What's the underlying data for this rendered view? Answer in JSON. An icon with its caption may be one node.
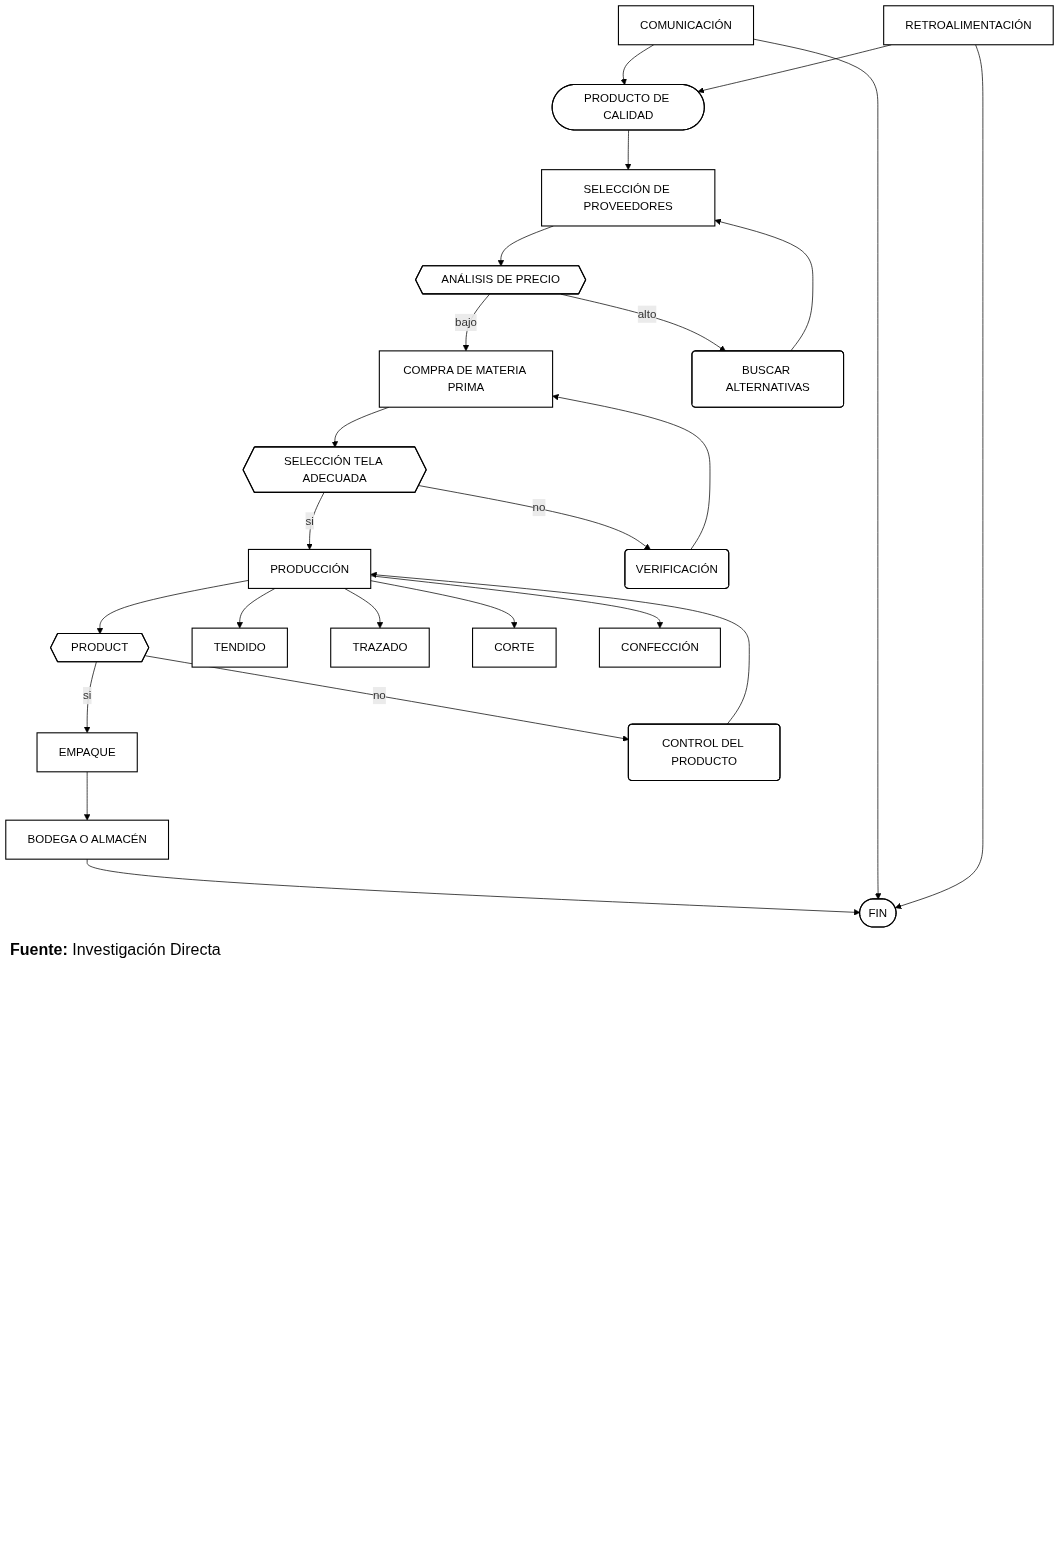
{
  "diagram": {
    "caption": "**Fuente:** Investigación Directa",
    "nodes": [
      {
        "text": [
          "PRODUCTO DE CALIDAD"
        ]
      },
      {
        "text": [
          "COMUNICACIÓN"
        ]
      },
      {
        "text": [
          "SELECCIÓN DE PROVEEDORES"
        ]
      },
      {
        "text": [
          "RETROALIMENTACIÓN"
        ]
      },
      {
        "text": [
          "ANÁLISIS DE PRECIO"
        ]
      },
      {
        "text": [
          "BUSCAR ALTERNATIVAS"
        ]
      },
      {
        "text": [
          "COMPRA DE MATERIA PRIMA"
        ]
      },
      {
        "text": [
          "SELECCIÓN TELA ADECUADA"
        ]
      },
      {
        "text": [
          "VERIFICACIÓN"
        ]
      },
      {
        "text": [
          "TENDIDO"
        ]
      },
      {
        "text": [
          "TRAZADO"
        ]
      },
      {
        "text": [
          "PRODUCCIÓN"
        ]
      },
      {
        "text": [
          "CORTE"
        ]
      },
      {
        "text": [
          "PRODUCT"
        ]
      },
      {
        "text": [
          "CONTROL DEL PRODUCTO"
        ]
      },
      {
        "text": [
          "CONFECCIÓN"
        ]
      },
      {
        "text": [
          "EMPAQUE"
        ]
      },
      {
        "text": [
          "BODEGA O ALMACÉN"
        ]
      },
      {
        "text": [
          "FIN"
        ]
      }
    ],
    "edges": [
      {
        "from": 1,
        "to": 0,
        "arrow": "to"
      },
      {
        "from": 3,
        "to": 0,
        "arrow": "to"
      },
      {
        "from": 0,
        "to": 2,
        "arrow": "to"
      },
      {
        "from": 2,
        "to": 4,
        "arrow": "to"
      },
      {
        "from": 4,
        "to": 5,
        "arrow": "to",
        "label": "alto"
      },
      {
        "from": 5,
        "to": 2,
        "arrow": "to"
      },
      {
        "from": 4,
        "to": 6,
        "arrow": "to",
        "label": "bajo"
      },
      {
        "from": 6,
        "to": 7,
        "arrow": "to"
      },
      {
        "from": 7,
        "to": 8,
        "arrow": "to",
        "label": "no"
      },
      {
        "from": 8,
        "to": 6,
        "arrow": "to"
      },
      {
        "from": 7,
        "to": 11,
        "arrow": "to",
        "label": "si"
      },
      {
        "from": 11,
        "to": 9,
        "arrow": "to"
      },
      {
        "from": 11,
        "to": 10,
        "arrow": "to"
      },
      {
        "from": 11,
        "to": 12,
        "arrow": "to"
      },
      {
        "from": 11,
        "to": 15,
        "arrow": "to"
      },
      {
        "from": 11,
        "to": 13,
        "arrow": "to"
      },
      {
        "from": 13,
        "to": 14,
        "arrow": "to",
        "label": "no"
      },
      {
        "from": 14,
        "to": 11,
        "arrow": "to"
      },
      {
        "from": 13,
        "to": 16,
        "arrow": "to",
        "label": "si"
      },
      {
        "from": 16,
        "to": 17,
        "arrow": "to"
      },
      {
        "from": 17,
        "to": 18,
        "arrow": "to"
      },
      {
        "from": 1,
        "to": 18,
        "arrow": "to"
      },
      {
        "from": 3,
        "to": 18,
        "arrow": "to"
      }
    ]
  }
}
